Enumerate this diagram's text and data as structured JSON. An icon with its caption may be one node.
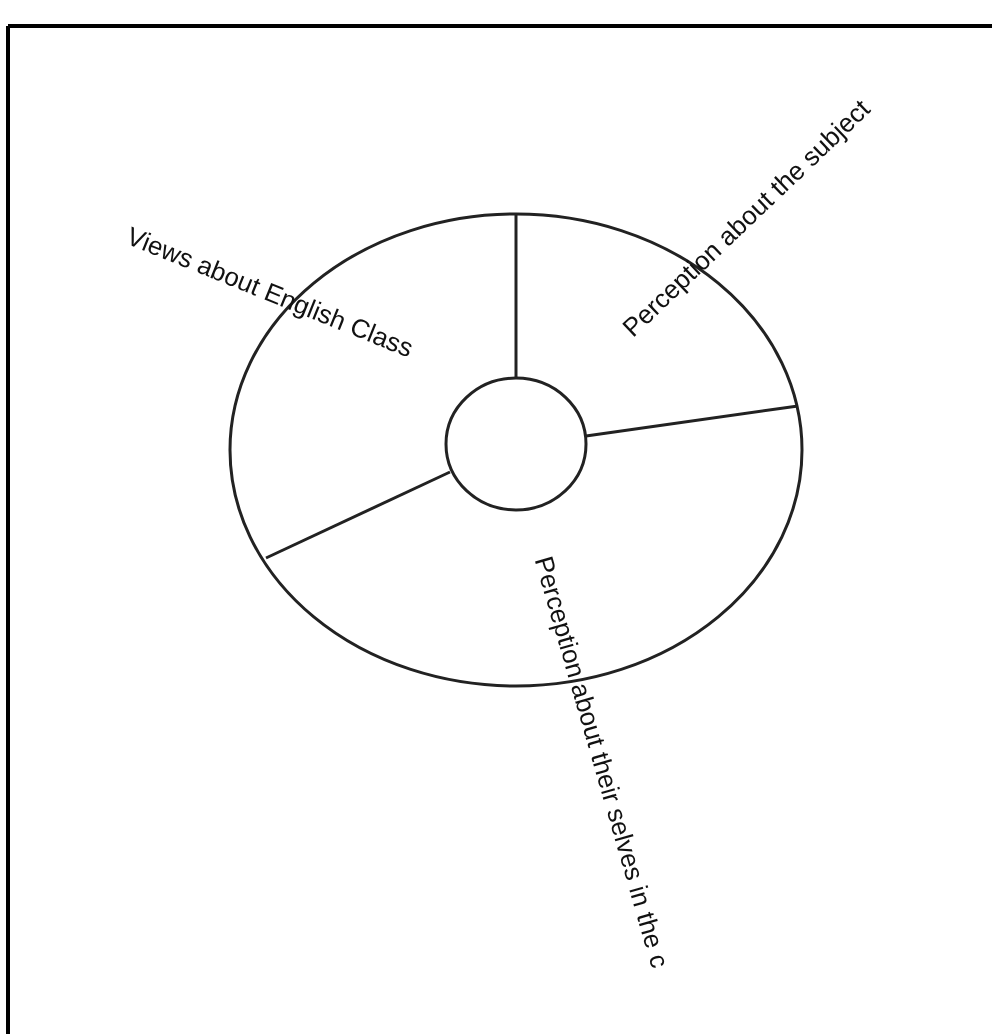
{
  "diagram": {
    "nodes": [
      {
        "text": [],
        "shape": "circle"
      },
      {
        "text": [],
        "shape": "circle",
        "in": 0
      }
    ],
    "labels": [
      "Views about English Class",
      "Perception about the subject",
      "Perception about their selves in the c"
    ]
  }
}
